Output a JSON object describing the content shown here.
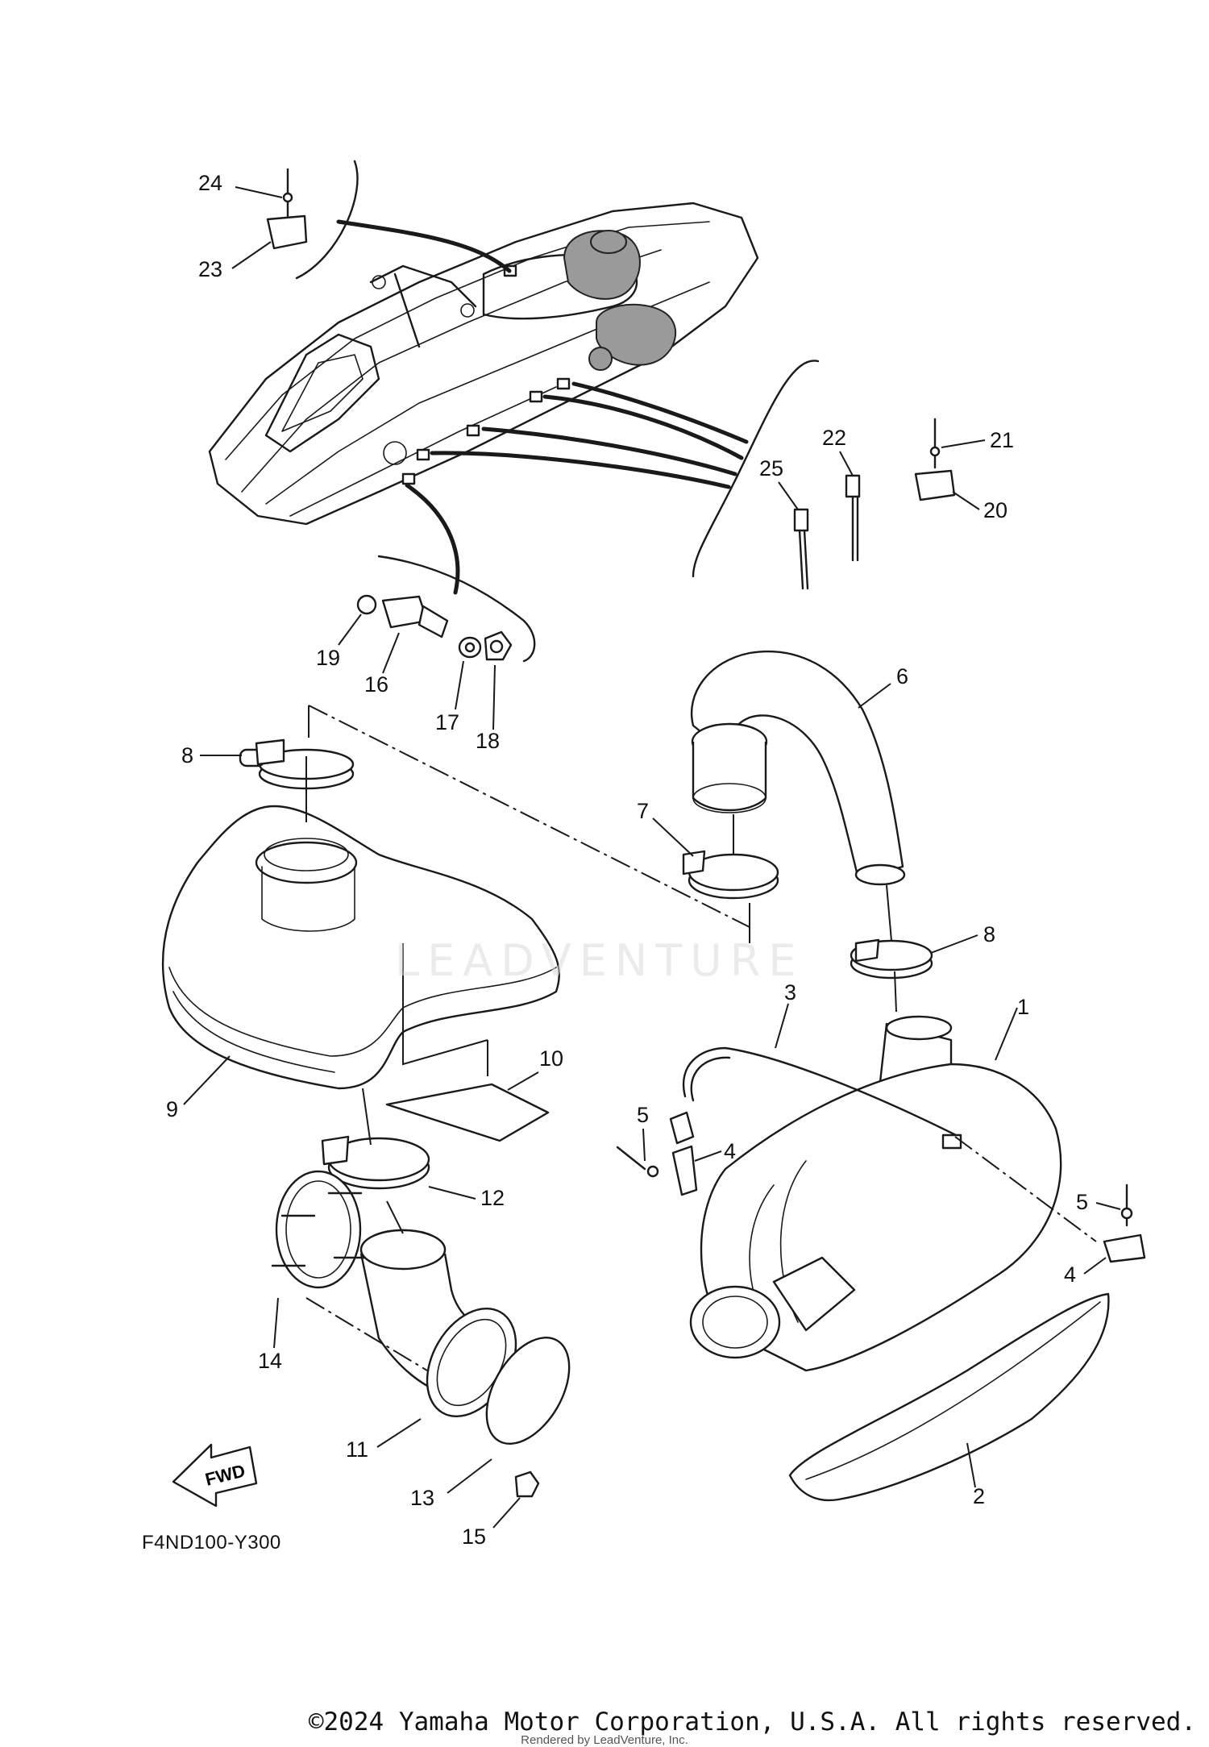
{
  "diagram_code": "F4ND100-Y300",
  "fwd_label": "FWD",
  "watermark_text": "LEADVENTURE",
  "copyright": "©2024 Yamaha Motor Corporation, U.S.A. All rights reserved.",
  "rendered_by": "Rendered by LeadVenture, Inc.",
  "callouts": [
    "1",
    "2",
    "3",
    "4",
    "4",
    "5",
    "5",
    "6",
    "7",
    "8",
    "8",
    "9",
    "10",
    "11",
    "12",
    "13",
    "14",
    "15",
    "16",
    "17",
    "18",
    "19",
    "20",
    "21",
    "22",
    "23",
    "24",
    "25"
  ]
}
